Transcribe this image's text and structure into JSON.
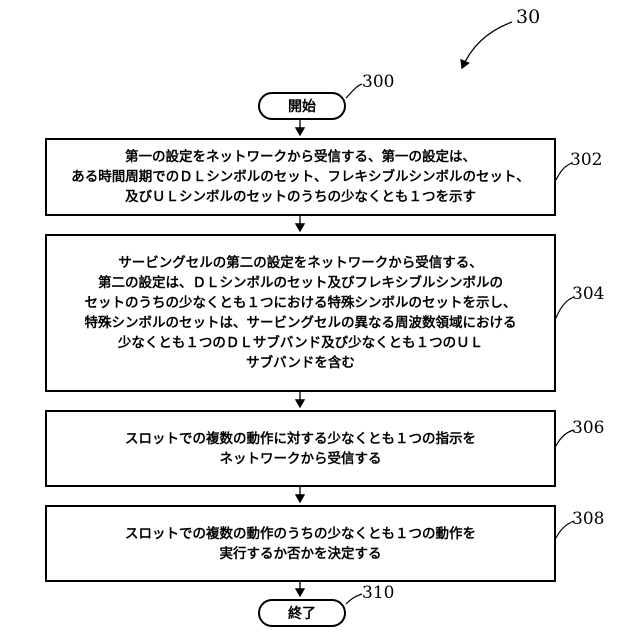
{
  "figure": {
    "number": "30",
    "start": {
      "label": "開始",
      "ref": "300"
    },
    "end": {
      "label": "終了",
      "ref": "310"
    },
    "steps": [
      {
        "ref": "302",
        "text": "第一の設定をネットワークから受信する、第一の設定は、\nある時間周期でのＤＬシンボルのセット、フレキシブルシンボルのセット、\n及びＵＬシンボルのセットのうちの少なくとも１つを示す"
      },
      {
        "ref": "304",
        "text": "サービングセルの第二の設定をネットワークから受信する、\n第二の設定は、ＤＬシンボルのセット及びフレキシブルシンボルの\nセットのうちの少なくとも１つにおける特殊シンボルのセットを示し、\n特殊シンボルのセットは、サービングセルの異なる周波数領域における\n少なくとも１つのＤＬサブバンド及び少なくとも１つのＵＬ\nサブバンドを含む"
      },
      {
        "ref": "306",
        "text": "スロットでの複数の動作に対する少なくとも１つの指示を\nネットワークから受信する"
      },
      {
        "ref": "308",
        "text": "スロットでの複数の動作のうちの少なくとも１つの動作を\n実行するか否かを決定する"
      }
    ]
  }
}
